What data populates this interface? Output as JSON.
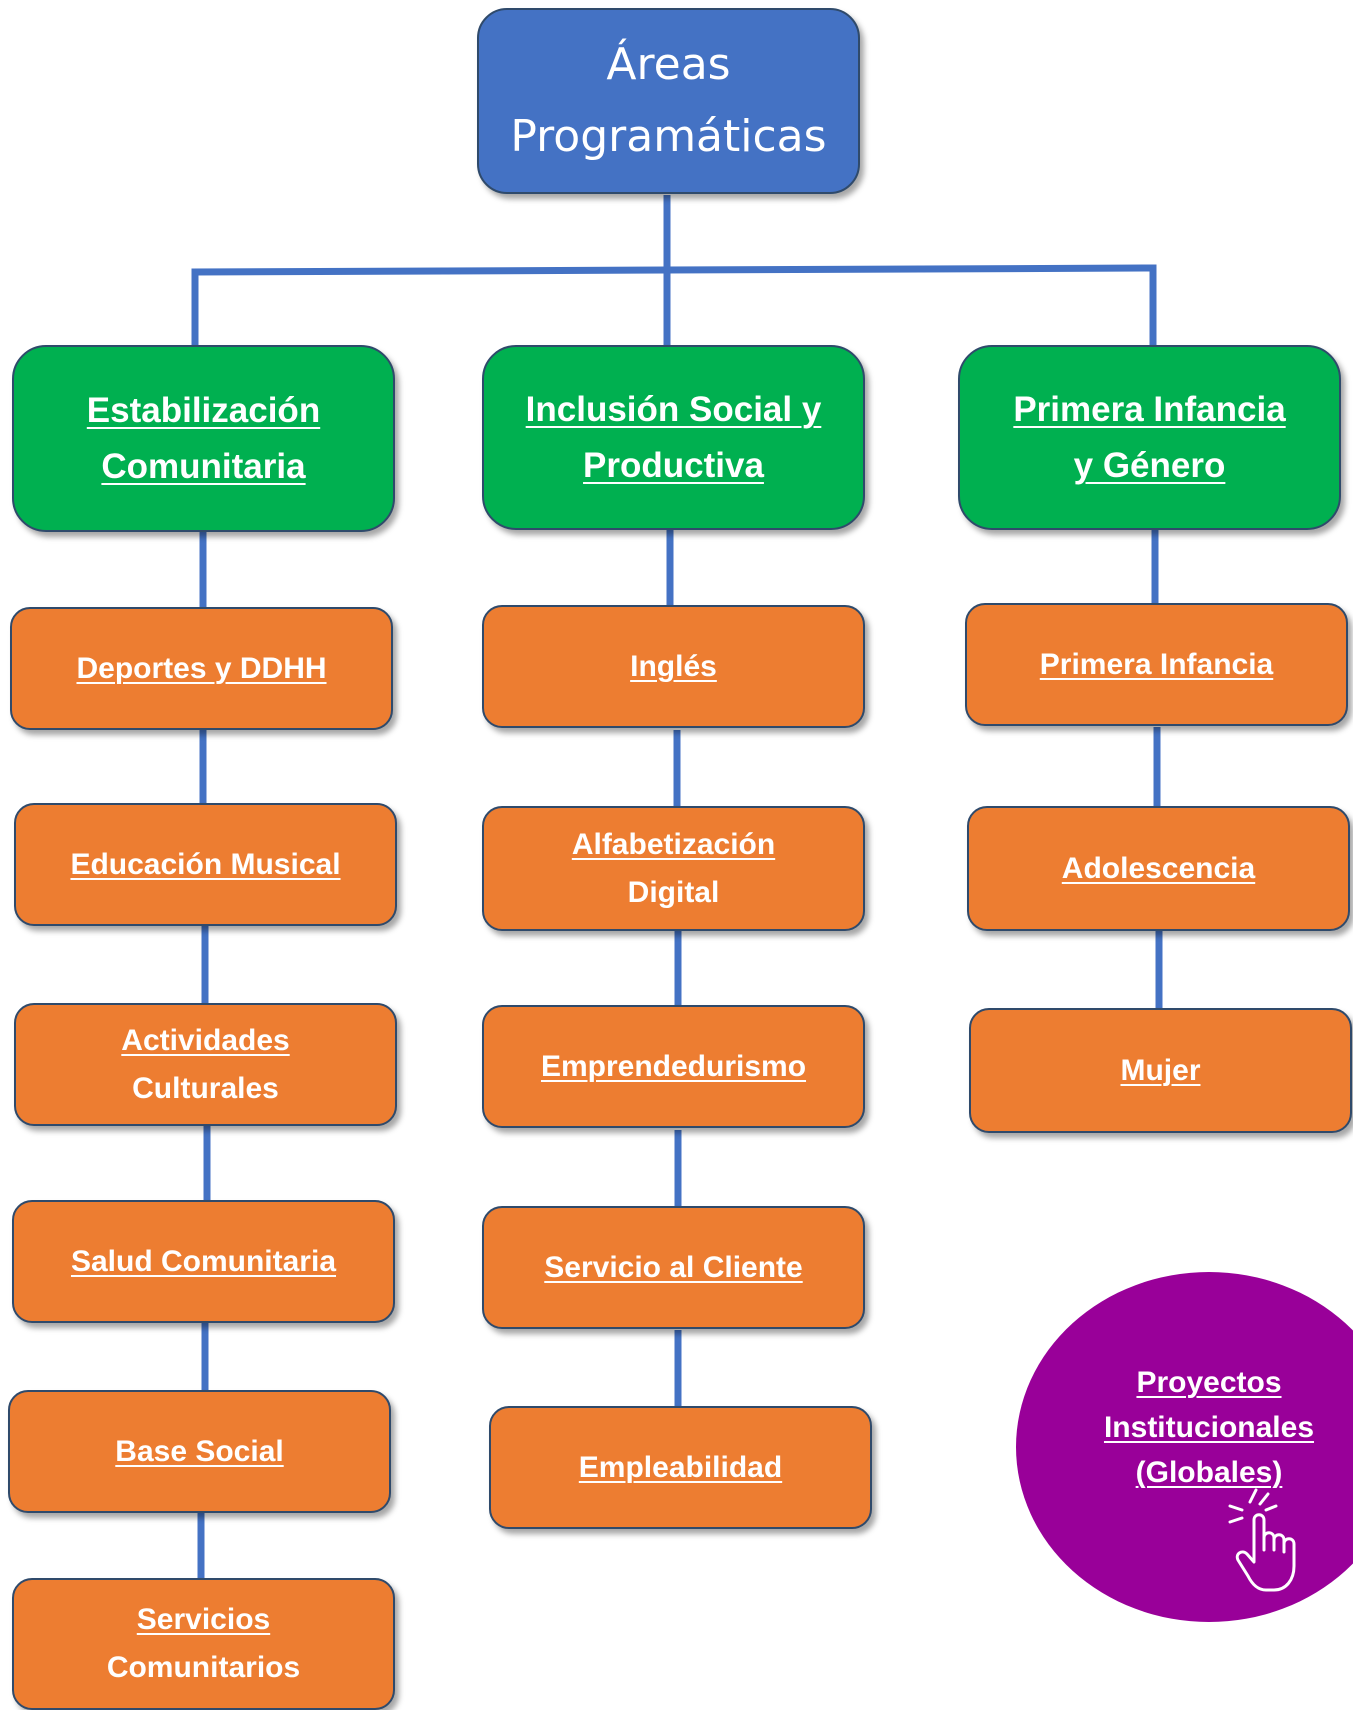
{
  "root": {
    "lines": [
      "Áreas",
      "Programáticas"
    ]
  },
  "areas": [
    {
      "lines": [
        "Estabilización",
        "Comunitaria"
      ]
    },
    {
      "lines": [
        "Inclusión Social y",
        "Productiva"
      ]
    },
    {
      "lines": [
        "Primera Infancia",
        "y Género"
      ]
    }
  ],
  "programs": {
    "col1": [
      {
        "lines": [
          "Deportes y DDHH"
        ]
      },
      {
        "lines": [
          "Educación Musical"
        ]
      },
      {
        "lines": [
          "Actividades",
          "Culturales"
        ]
      },
      {
        "lines": [
          "Salud Comunitaria"
        ]
      },
      {
        "lines": [
          "Base Social"
        ]
      },
      {
        "lines": [
          "Servicios",
          "Comunitarios"
        ]
      }
    ],
    "col2": [
      {
        "lines": [
          "Inglés"
        ]
      },
      {
        "lines": [
          "Alfabetización",
          "Digital"
        ]
      },
      {
        "lines": [
          "Emprendedurismo"
        ]
      },
      {
        "lines": [
          "Servicio al Cliente"
        ]
      },
      {
        "lines": [
          "Empleabilidad"
        ]
      }
    ],
    "col3": [
      {
        "lines": [
          "Primera Infancia"
        ]
      },
      {
        "lines": [
          "Adolescencia"
        ]
      },
      {
        "lines": [
          "Mujer"
        ]
      }
    ]
  },
  "global_projects": {
    "lines": [
      "Proyectos",
      "Institucionales",
      "(Globales)"
    ]
  },
  "colors": {
    "root": "#4472c4",
    "area": "#00b050",
    "program": "#ed7d31",
    "global": "#990099",
    "connector": "#4472c4"
  },
  "icons": {
    "pointer": "hand-pointer-icon"
  }
}
